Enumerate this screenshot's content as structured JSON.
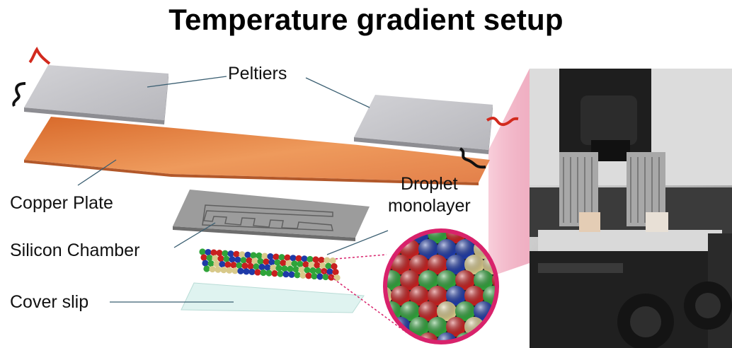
{
  "title": "Temperature gradient setup",
  "labels": {
    "peltiers": "Peltiers",
    "copper_plate": "Copper Plate",
    "silicon_chamber": "Silicon Chamber",
    "cover_slip": "Cover slip",
    "droplet_line1": "Droplet",
    "droplet_line2": "monolayer"
  },
  "colors": {
    "copper": "#e07a38",
    "peltier": "#c9c9cd",
    "chamber": "#9a9a9a",
    "cover_slip": "#dff3f0",
    "magnifier_ring": "#d8226b",
    "droplet_red": "#c81f1f",
    "droplet_green": "#2fa43a",
    "droplet_blue": "#1e3aa8",
    "droplet_yellow": "#d8c98a"
  }
}
